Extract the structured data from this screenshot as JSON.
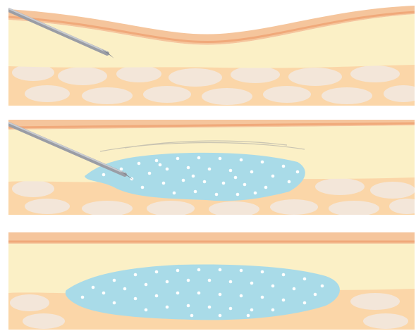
{
  "figure": {
    "panels": [
      {
        "step": 1,
        "needle": true,
        "filler": false,
        "skin_dimple": true
      },
      {
        "step": 2,
        "needle": true,
        "filler": true,
        "skin_dimple": false
      },
      {
        "step": 3,
        "needle": false,
        "filler": true,
        "skin_dimple": false
      }
    ],
    "colors": {
      "background": "#ffffff",
      "epidermis": "#f5c59c",
      "epidermis_dark": "#f0a97a",
      "dermis": "#fbf0c6",
      "fat": "#fbd6a8",
      "fat_cells": "#f2e9e2",
      "filler": "#a9dbe8",
      "filler_dots": "#ffffff",
      "needle": "#9a9da5"
    },
    "icons": [
      "syringe-needle-icon",
      "filler-gel-icon"
    ]
  }
}
